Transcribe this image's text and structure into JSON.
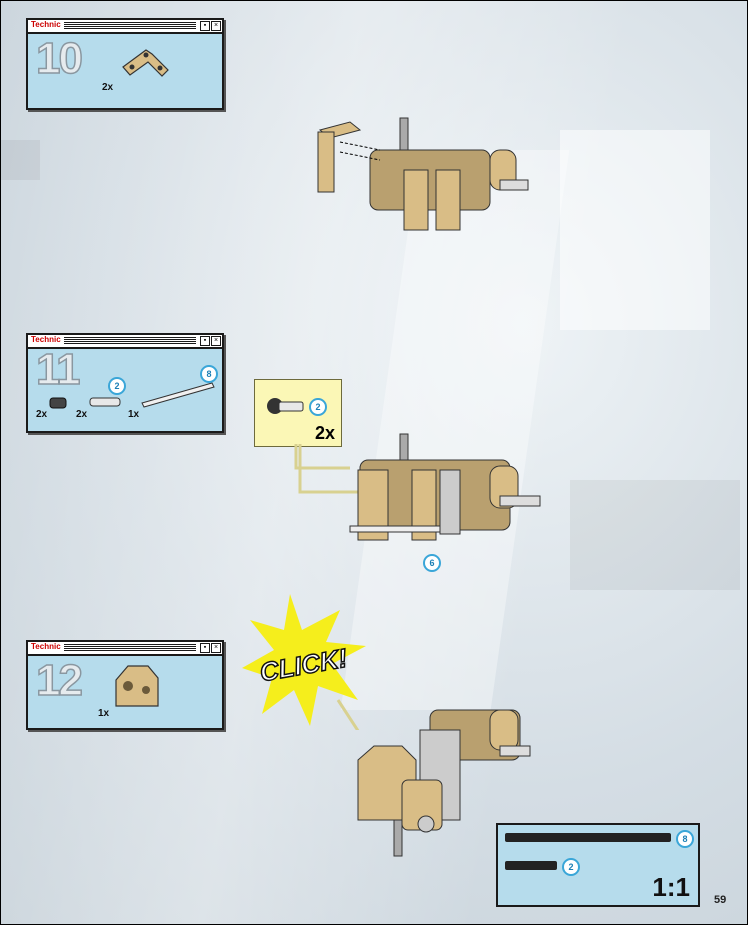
{
  "window_brand": "Technic",
  "steps": [
    {
      "number": "10",
      "parts": [
        {
          "qty": "2x"
        }
      ]
    },
    {
      "number": "11",
      "parts": [
        {
          "qty": "2x"
        },
        {
          "qty": "2x",
          "badge": "2"
        },
        {
          "qty": "1x",
          "badge": "8"
        }
      ]
    },
    {
      "number": "12",
      "parts": [
        {
          "qty": "1x"
        }
      ]
    }
  ],
  "callout": {
    "badge": "2",
    "qty": "2x"
  },
  "assembly_badge": "6",
  "click_text": "CLICK!",
  "scale_box": {
    "long_badge": "8",
    "short_badge": "2",
    "ratio": "1:1"
  },
  "page_number": "59",
  "colors": {
    "window_blue": "#b6dcec",
    "tan": "#d9bd86",
    "callout_yellow": "#fbf7b6",
    "click_yellow": "#f5ee1c"
  }
}
